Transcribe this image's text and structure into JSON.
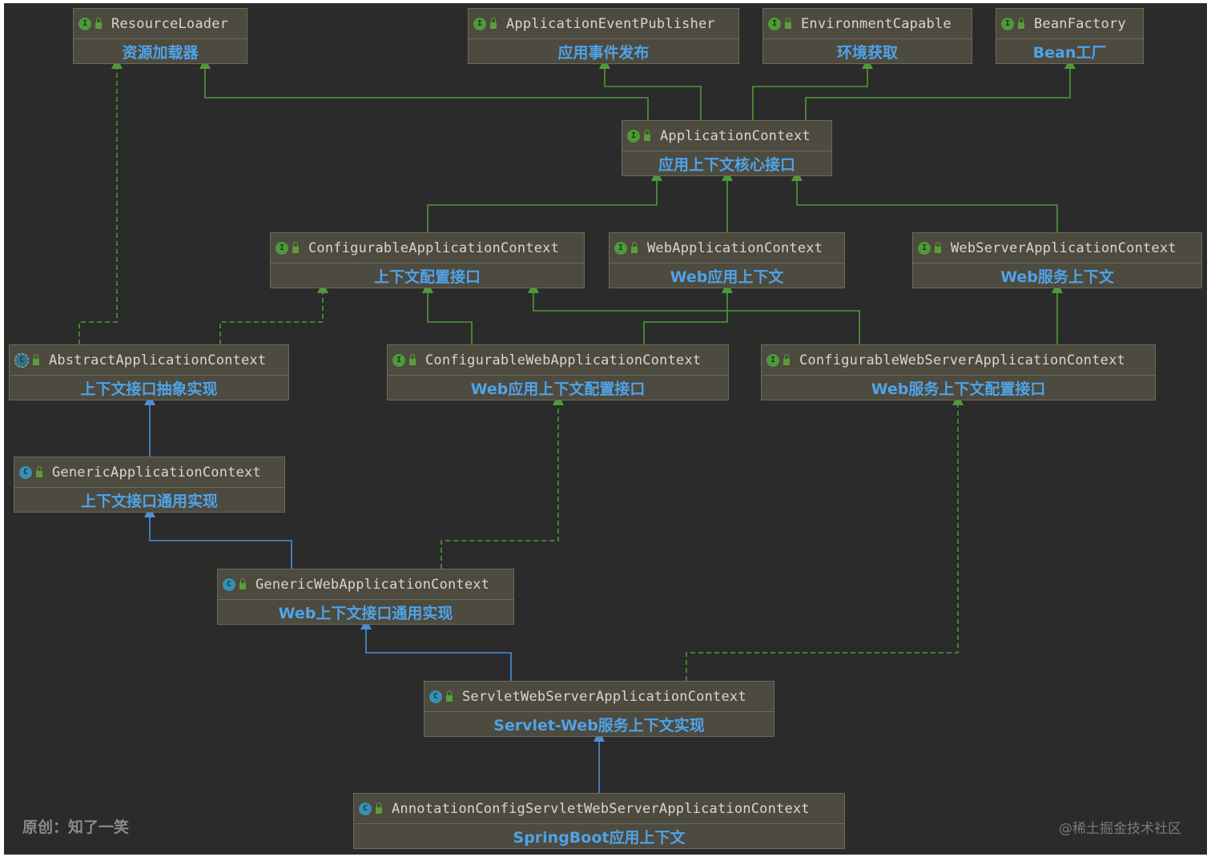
{
  "nodes": [
    {
      "id": "resourceLoader",
      "kind": "interface",
      "name": "ResourceLoader",
      "label": "资源加载器"
    },
    {
      "id": "appEventPublisher",
      "kind": "interface",
      "name": "ApplicationEventPublisher",
      "label": "应用事件发布"
    },
    {
      "id": "environmentCapable",
      "kind": "interface",
      "name": "EnvironmentCapable",
      "label": "环境获取"
    },
    {
      "id": "beanFactory",
      "kind": "interface",
      "name": "BeanFactory",
      "label": "Bean工厂"
    },
    {
      "id": "applicationContext",
      "kind": "interface",
      "name": "ApplicationContext",
      "label": "应用上下文核心接口"
    },
    {
      "id": "configurableAppContext",
      "kind": "interface",
      "name": "ConfigurableApplicationContext",
      "label": "上下文配置接口"
    },
    {
      "id": "webAppContext",
      "kind": "interface",
      "name": "WebApplicationContext",
      "label": "Web应用上下文"
    },
    {
      "id": "webServerAppContext",
      "kind": "interface",
      "name": "WebServerApplicationContext",
      "label": "Web服务上下文"
    },
    {
      "id": "abstractAppContext",
      "kind": "abstract-class",
      "name": "AbstractApplicationContext",
      "label": "上下文接口抽象实现"
    },
    {
      "id": "configurableWebAppContext",
      "kind": "interface",
      "name": "ConfigurableWebApplicationContext",
      "label": "Web应用上下文配置接口"
    },
    {
      "id": "configurableWebServerAppContext",
      "kind": "interface",
      "name": "ConfigurableWebServerApplicationContext",
      "label": "Web服务上下文配置接口"
    },
    {
      "id": "genericAppContext",
      "kind": "class",
      "name": "GenericApplicationContext",
      "label": "上下文接口通用实现"
    },
    {
      "id": "genericWebAppContext",
      "kind": "class",
      "name": "GenericWebApplicationContext",
      "label": "Web上下文接口通用实现"
    },
    {
      "id": "servletWebServerAppContext",
      "kind": "class",
      "name": "ServletWebServerApplicationContext",
      "label": "Servlet-Web服务上下文实现"
    },
    {
      "id": "annotationConfigServletWebServerAppContext",
      "kind": "class",
      "name": "AnnotationConfigServletWebServerApplicationContext",
      "label": "SpringBoot应用上下文"
    }
  ],
  "edges": [
    {
      "from": "applicationContext",
      "to": "resourceLoader",
      "type": "extends"
    },
    {
      "from": "applicationContext",
      "to": "appEventPublisher",
      "type": "extends"
    },
    {
      "from": "applicationContext",
      "to": "environmentCapable",
      "type": "extends"
    },
    {
      "from": "applicationContext",
      "to": "beanFactory",
      "type": "extends"
    },
    {
      "from": "configurableAppContext",
      "to": "applicationContext",
      "type": "extends"
    },
    {
      "from": "webAppContext",
      "to": "applicationContext",
      "type": "extends"
    },
    {
      "from": "webServerAppContext",
      "to": "applicationContext",
      "type": "extends"
    },
    {
      "from": "abstractAppContext",
      "to": "resourceLoader",
      "type": "implements"
    },
    {
      "from": "abstractAppContext",
      "to": "configurableAppContext",
      "type": "implements"
    },
    {
      "from": "configurableWebAppContext",
      "to": "configurableAppContext",
      "type": "extends"
    },
    {
      "from": "configurableWebAppContext",
      "to": "webAppContext",
      "type": "extends"
    },
    {
      "from": "configurableWebServerAppContext",
      "to": "configurableAppContext",
      "type": "extends"
    },
    {
      "from": "configurableWebServerAppContext",
      "to": "webServerAppContext",
      "type": "extends"
    },
    {
      "from": "genericAppContext",
      "to": "abstractAppContext",
      "type": "class-extends"
    },
    {
      "from": "genericWebAppContext",
      "to": "genericAppContext",
      "type": "class-extends"
    },
    {
      "from": "genericWebAppContext",
      "to": "configurableWebAppContext",
      "type": "implements"
    },
    {
      "from": "servletWebServerAppContext",
      "to": "genericWebAppContext",
      "type": "class-extends"
    },
    {
      "from": "servletWebServerAppContext",
      "to": "configurableWebServerAppContext",
      "type": "implements"
    },
    {
      "from": "annotationConfigServletWebServerAppContext",
      "to": "servletWebServerAppContext",
      "type": "class-extends"
    }
  ],
  "colors": {
    "canvas": "#2b2b2b",
    "node_fill": "#4d4a3f",
    "interface_edge": "#4e9a3a",
    "class_edge": "#4a8fd8",
    "label_blue": "#4fa3e8",
    "name_text": "#d6d6d6"
  },
  "footer": {
    "credit": "原创：知了一笑",
    "watermark": "@稀土掘金技术社区"
  }
}
